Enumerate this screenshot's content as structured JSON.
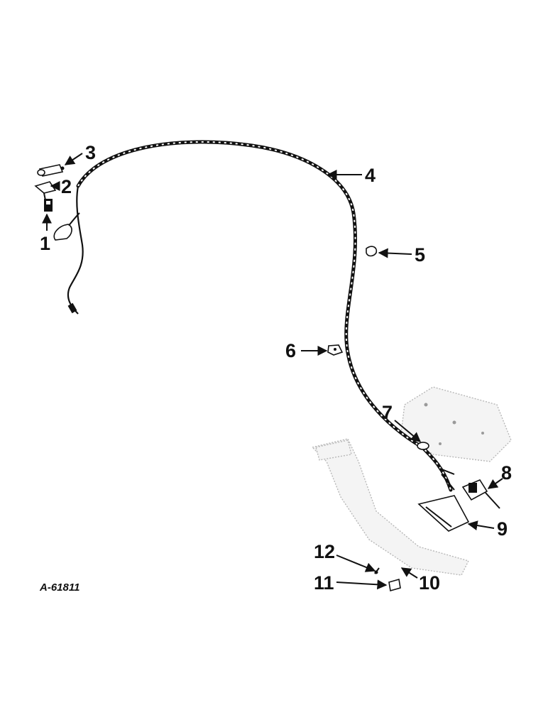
{
  "diagram": {
    "reference_code": "A-61811",
    "callouts": [
      {
        "id": "1",
        "label": "1"
      },
      {
        "id": "2",
        "label": "2"
      },
      {
        "id": "3",
        "label": "3"
      },
      {
        "id": "4",
        "label": "4"
      },
      {
        "id": "5",
        "label": "5"
      },
      {
        "id": "6",
        "label": "6"
      },
      {
        "id": "7",
        "label": "7"
      },
      {
        "id": "8",
        "label": "8"
      },
      {
        "id": "9",
        "label": "9"
      },
      {
        "id": "10",
        "label": "10"
      },
      {
        "id": "11",
        "label": "11"
      },
      {
        "id": "12",
        "label": "12"
      }
    ]
  }
}
